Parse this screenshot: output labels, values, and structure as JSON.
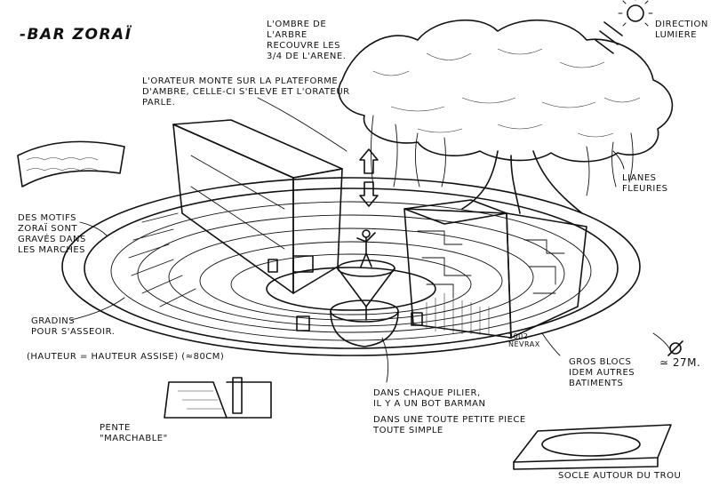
{
  "title": "-BAR ZORAÏ",
  "annotations": {
    "ombre": [
      "L'OMBRE DE",
      "L'ARBRE",
      "RECOUVRE LES",
      "3/4 DE L'ARENE."
    ],
    "direction": [
      "DIRECTION",
      "LUMIERE"
    ],
    "orateur": [
      "L'ORATEUR MONTE SUR LA PLATEFORME",
      "D'AMBRE, CELLE-CI S'ELEVE ET L'ORATEUR",
      "PARLE."
    ],
    "lianes": [
      "LIANES",
      "FLEURIES"
    ],
    "motifs": [
      "DES MOTIFS",
      "ZORAÏ SONT",
      "GRAVÉS DANS",
      "LES MARCHES"
    ],
    "gradins": [
      "GRADINS",
      "POUR S'ASSEOIR."
    ],
    "hauteur": "(HAUTEUR = HAUTEUR ASSISE) (≈80cm)",
    "diametre": "≃ 27M.",
    "gros_blocs": [
      "GROS BLOCS",
      "IDEM AUTRES",
      "BATIMENTS"
    ],
    "pilier": [
      "DANS CHAQUE PILIER,",
      "IL Y A UN BOT BARMAN",
      "DANS UNE TOUTE PETITE PIECE",
      "TOUTE SIMPLE"
    ],
    "pente": [
      "PENTE",
      "\"MARCHABLE\""
    ],
    "socle": "SOCLE AUTOUR DU TROU",
    "signature": [
      "2002",
      "NEVRAX"
    ]
  },
  "icons": [
    "sun-icon",
    "diameter-symbol-icon"
  ]
}
